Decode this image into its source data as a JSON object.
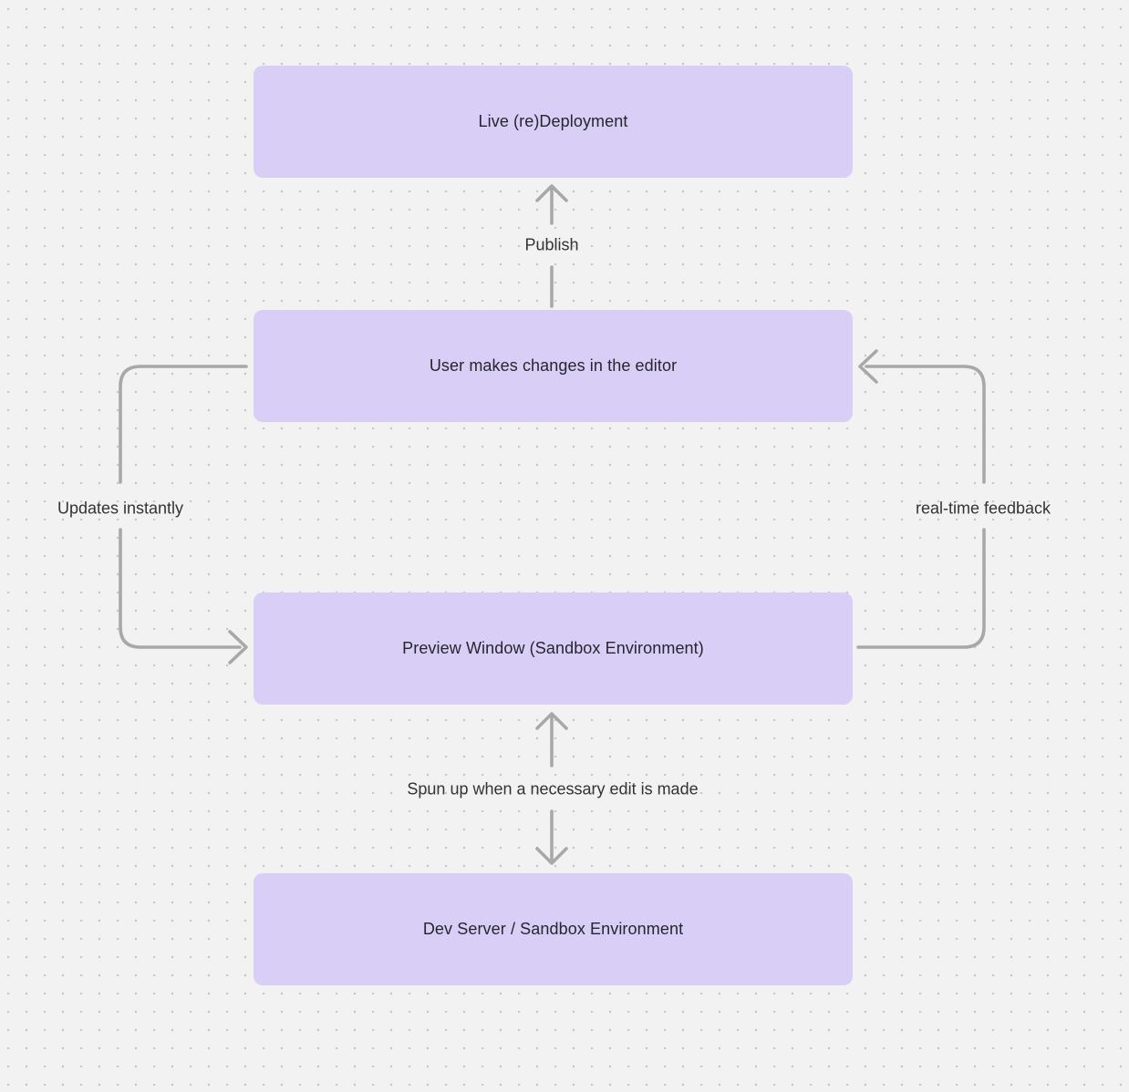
{
  "diagram": {
    "nodes": [
      {
        "id": "live-deployment",
        "label": "Live (re)Deployment"
      },
      {
        "id": "user-editor",
        "label": "User makes changes in the editor"
      },
      {
        "id": "preview-window",
        "label": "Preview Window (Sandbox Environment)"
      },
      {
        "id": "dev-server",
        "label": "Dev Server / Sandbox Environment"
      }
    ],
    "edges": [
      {
        "id": "publish",
        "label": "Publish",
        "from": "user-editor",
        "to": "live-deployment"
      },
      {
        "id": "updates-instantly",
        "label": "Updates instantly",
        "from": "user-editor",
        "to": "preview-window"
      },
      {
        "id": "real-time-feedback",
        "label": "real-time feedback",
        "from": "preview-window",
        "to": "user-editor"
      },
      {
        "id": "spun-up",
        "label": "Spun up when a necessary edit is made",
        "from": "preview-window",
        "to": "dev-server"
      }
    ]
  },
  "colors": {
    "background": "#f2f2f2",
    "dot": "#c7c7c7",
    "node_fill": "#d8cef6",
    "node_text": "#26262e",
    "arrow": "#a8a8a8",
    "label_text": "#333333"
  }
}
